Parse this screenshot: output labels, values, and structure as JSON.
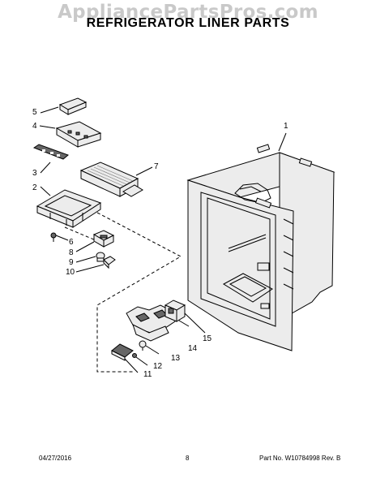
{
  "watermark": "AppliancePartsPros.com",
  "title": "REFRIGERATOR LINER PARTS",
  "callouts": {
    "c1": "1",
    "c2": "2",
    "c3": "3",
    "c4": "4",
    "c5": "5",
    "c6": "6",
    "c7": "7",
    "c8": "8",
    "c9": "9",
    "c10": "10",
    "c11": "11",
    "c12": "12",
    "c13": "13",
    "c14": "14",
    "c15": "15"
  },
  "footer": {
    "date": "04/27/2016",
    "page": "8",
    "part_number": "Part No. W10784998 Rev. B"
  }
}
